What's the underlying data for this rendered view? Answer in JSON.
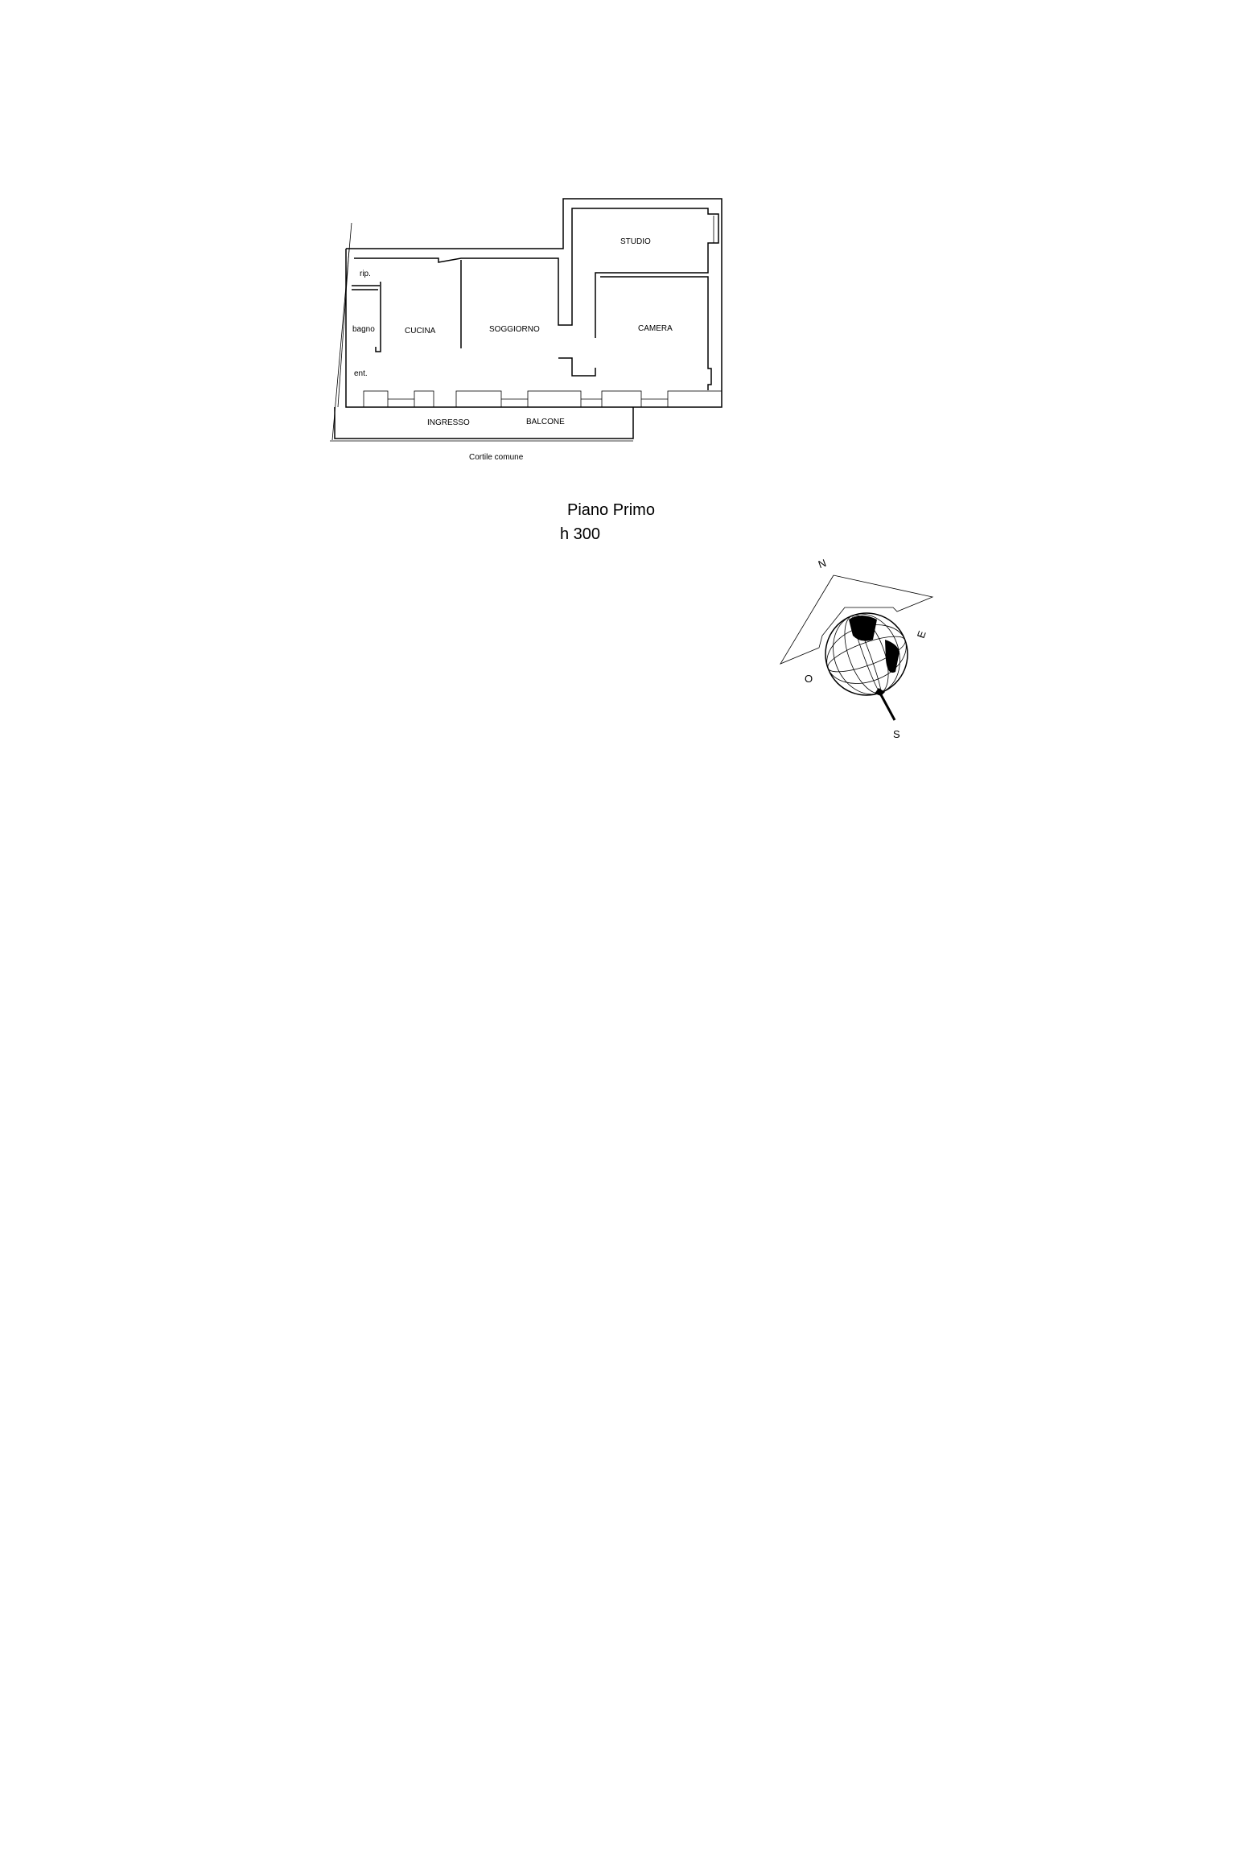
{
  "plan": {
    "rooms": {
      "rip": "rip.",
      "bagno": "bagno",
      "ent": "ent.",
      "cucina": "CUCINA",
      "soggiorno": "SOGGIORNO",
      "studio": "STUDIO",
      "camera": "CAMERA",
      "ingresso": "INGRESSO",
      "balcone": "BALCONE"
    },
    "courtyard": "Cortile comune",
    "floor_title": "Piano Primo",
    "height": "h 300"
  },
  "compass": {
    "n": "N",
    "e": "E",
    "s": "S",
    "o": "O"
  }
}
